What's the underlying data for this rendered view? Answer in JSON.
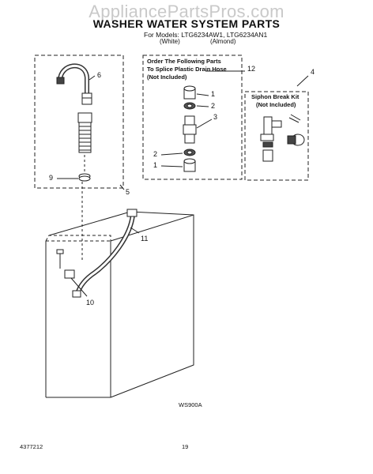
{
  "watermark": "AppliancePartsPros.com",
  "header": {
    "title": "WASHER WATER SYSTEM PARTS",
    "models_line": "For Models: LTG6234AW1, LTG6234AN1",
    "color_white": "(White)",
    "color_almond": "(Almond)"
  },
  "boxes": {
    "drain_hose_note": [
      "Order The Following Parts",
      "To Splice Plastic Drain Hose",
      "(Not Included)"
    ],
    "siphon_kit_note": [
      "Siphon Break Kit",
      "(Not Included)"
    ]
  },
  "callouts": {
    "c1a": "1",
    "c2a": "2",
    "c3": "3",
    "c4": "4",
    "c5": "5",
    "c6": "6",
    "c2b": "2",
    "c1b": "1",
    "c9": "9",
    "c10": "10",
    "c11": "11",
    "c12": "12"
  },
  "footer": {
    "figure_code": "WS900A",
    "doc_number": "4377212",
    "page_number": "19"
  }
}
